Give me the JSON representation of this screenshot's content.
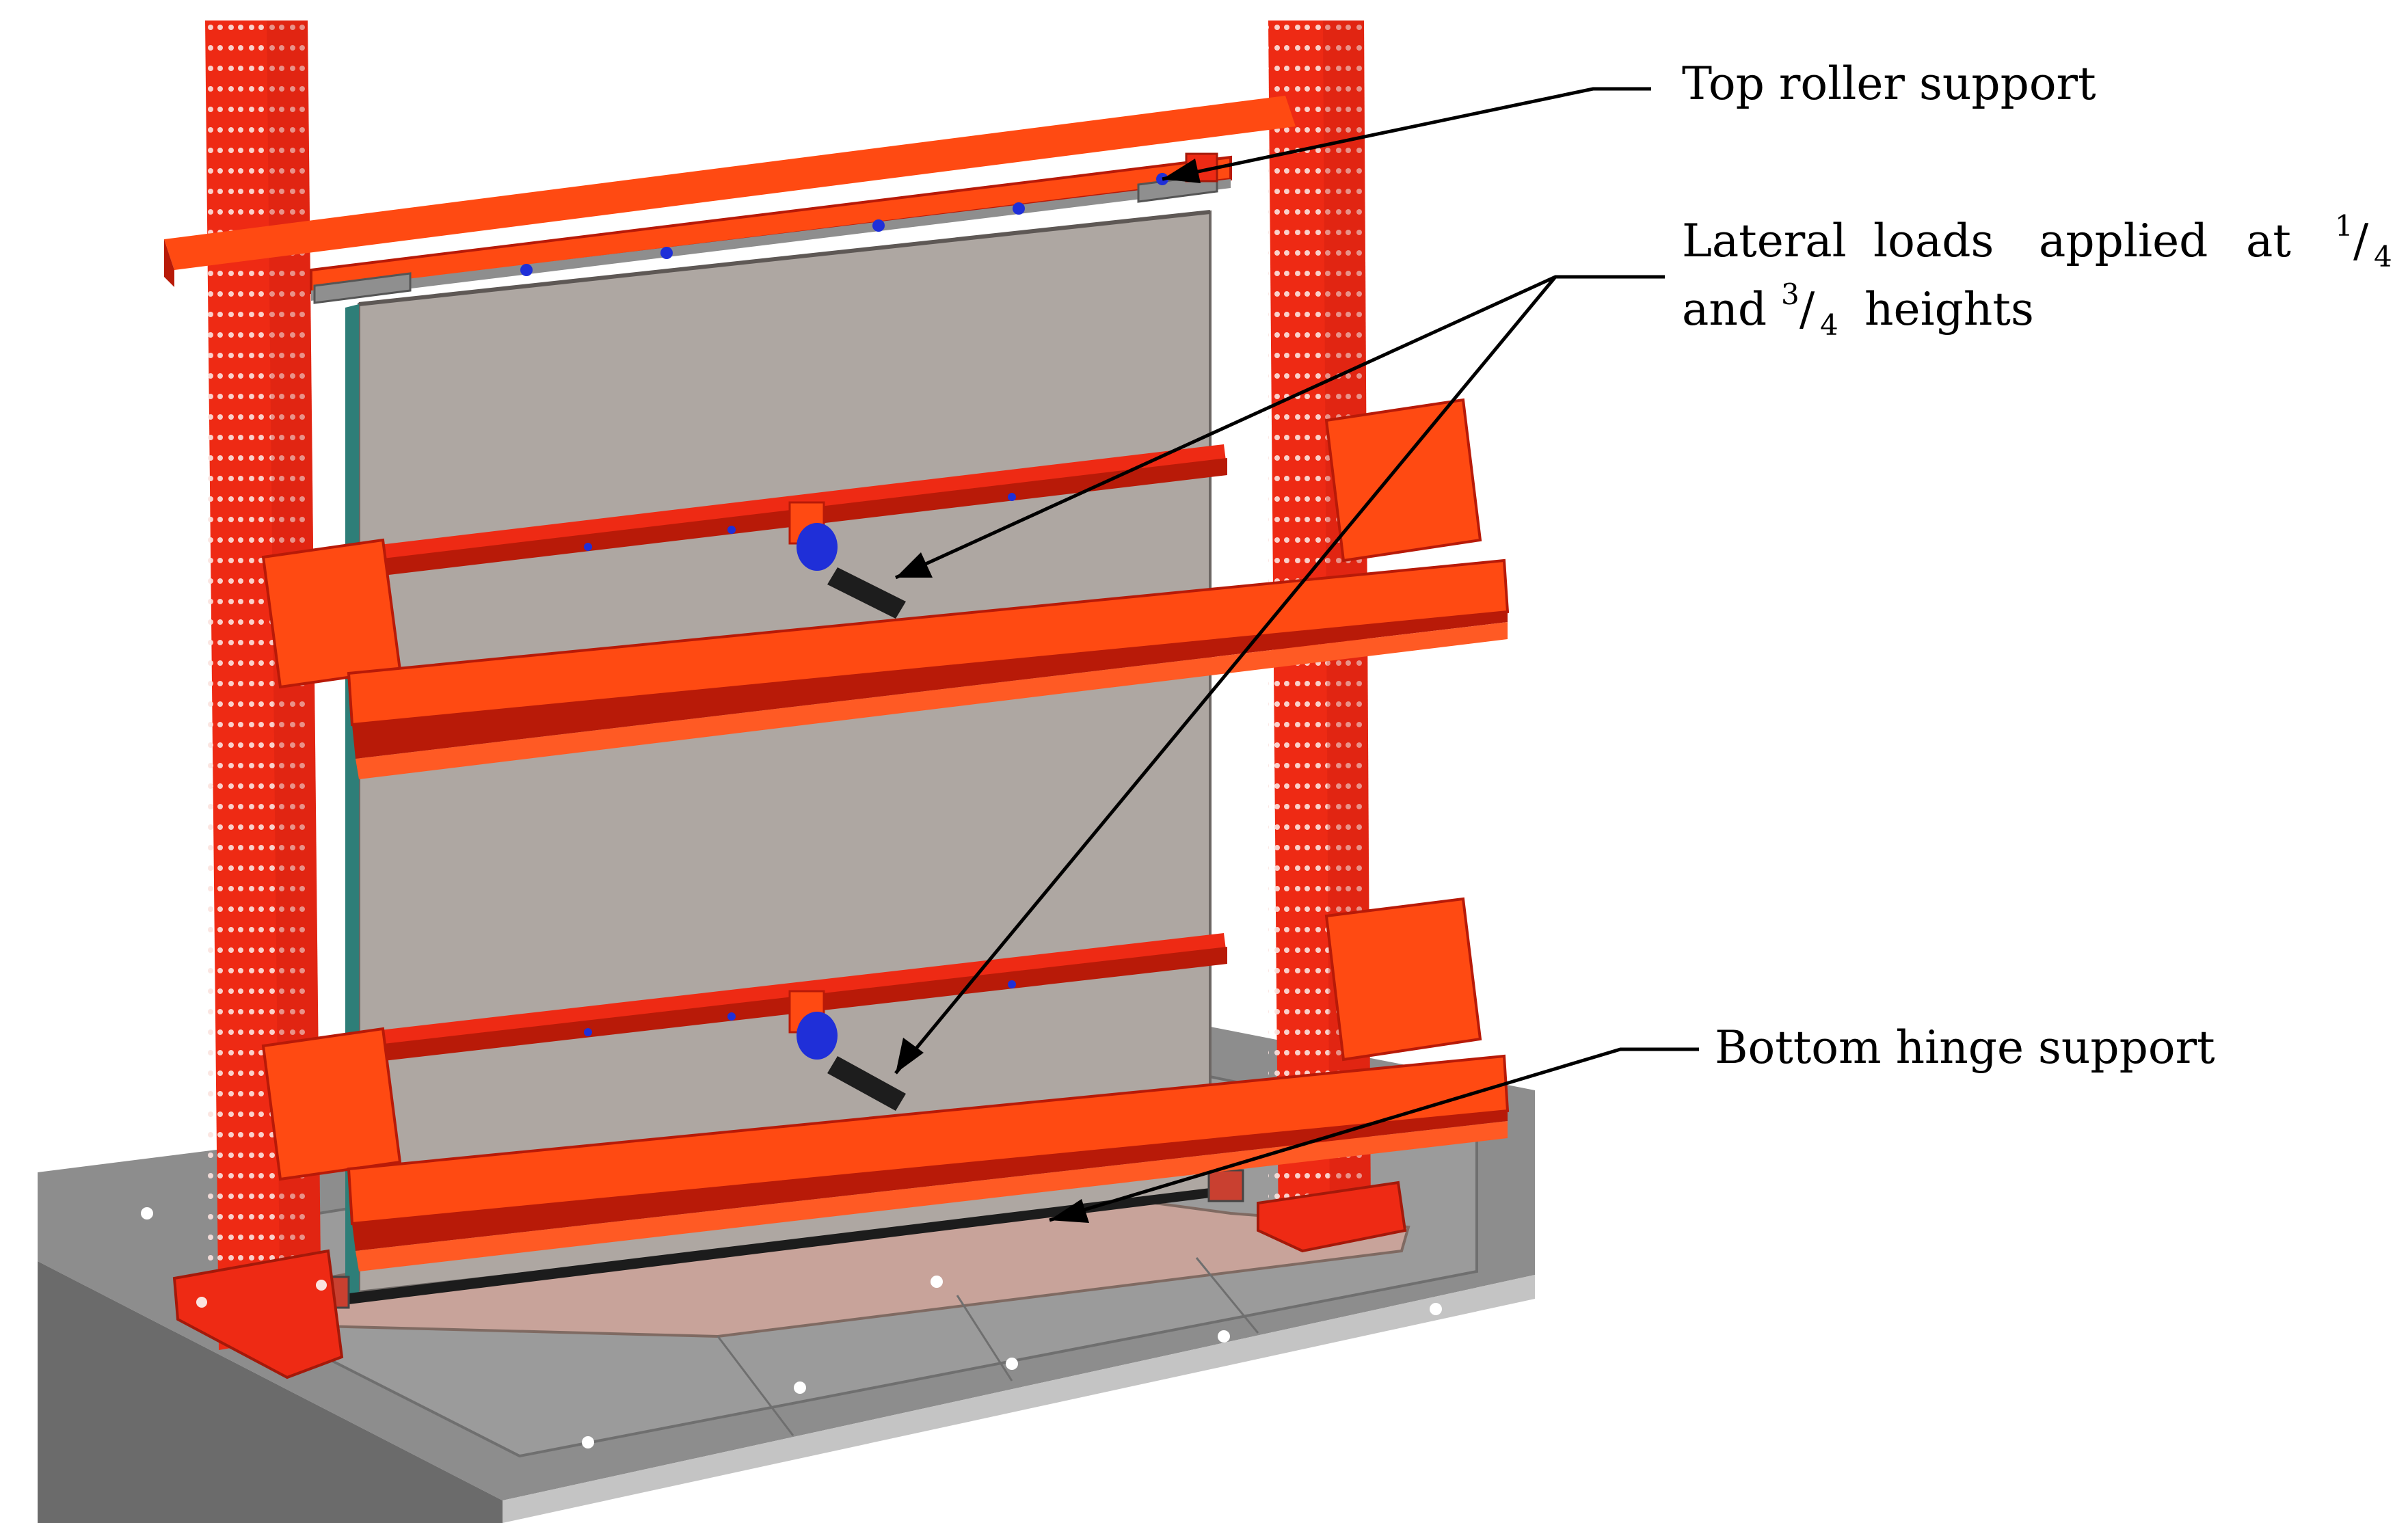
{
  "labels": {
    "top_roller": "Top roller support",
    "lateral_loads_line1_words": [
      "Lateral",
      "loads",
      "applied",
      "at"
    ],
    "lateral_loads_frac1": {
      "num": "1",
      "den": "4"
    },
    "lateral_loads_line2_word1": "and",
    "lateral_loads_frac2": {
      "num": "3",
      "den": "4"
    },
    "lateral_loads_line2_word2": "heights",
    "bottom_hinge": "Bottom hinge support"
  },
  "colors": {
    "frame_red": "#ee2a14",
    "beam_orange": "#ff4a12",
    "beam_dark": "#b81a08",
    "panel_gray": "#aea7a2",
    "base_gray": "#8d8d8d",
    "base_pad": "#c8a39a",
    "actuator_blue": "#1f2fd8",
    "edge_teal": "#2e7e78"
  },
  "icons": [
    "column-holes",
    "actuator",
    "top-roller",
    "bottom-hinge"
  ]
}
